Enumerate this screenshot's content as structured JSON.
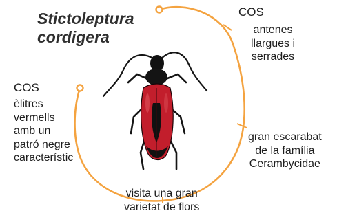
{
  "title": "Stictoleptura\ncordigera",
  "colors": {
    "accent": "#f4a340",
    "beetle_red": "#c21e2c",
    "beetle_black": "#111111",
    "text": "#1e1e1e"
  },
  "illustration": {
    "icon": "beetle-icon"
  },
  "labels": {
    "head_heading": "COS",
    "head_text": "antenes\nllargues i\nserrades",
    "body_heading": "COS",
    "body_text": "èlitres\nvermells\namb un\npatró negre\ncaracterístic",
    "family_text": "gran escarabat\nde la família\nCerambycidae",
    "flowers_text": "visita una gran\nvarietat de flors"
  }
}
